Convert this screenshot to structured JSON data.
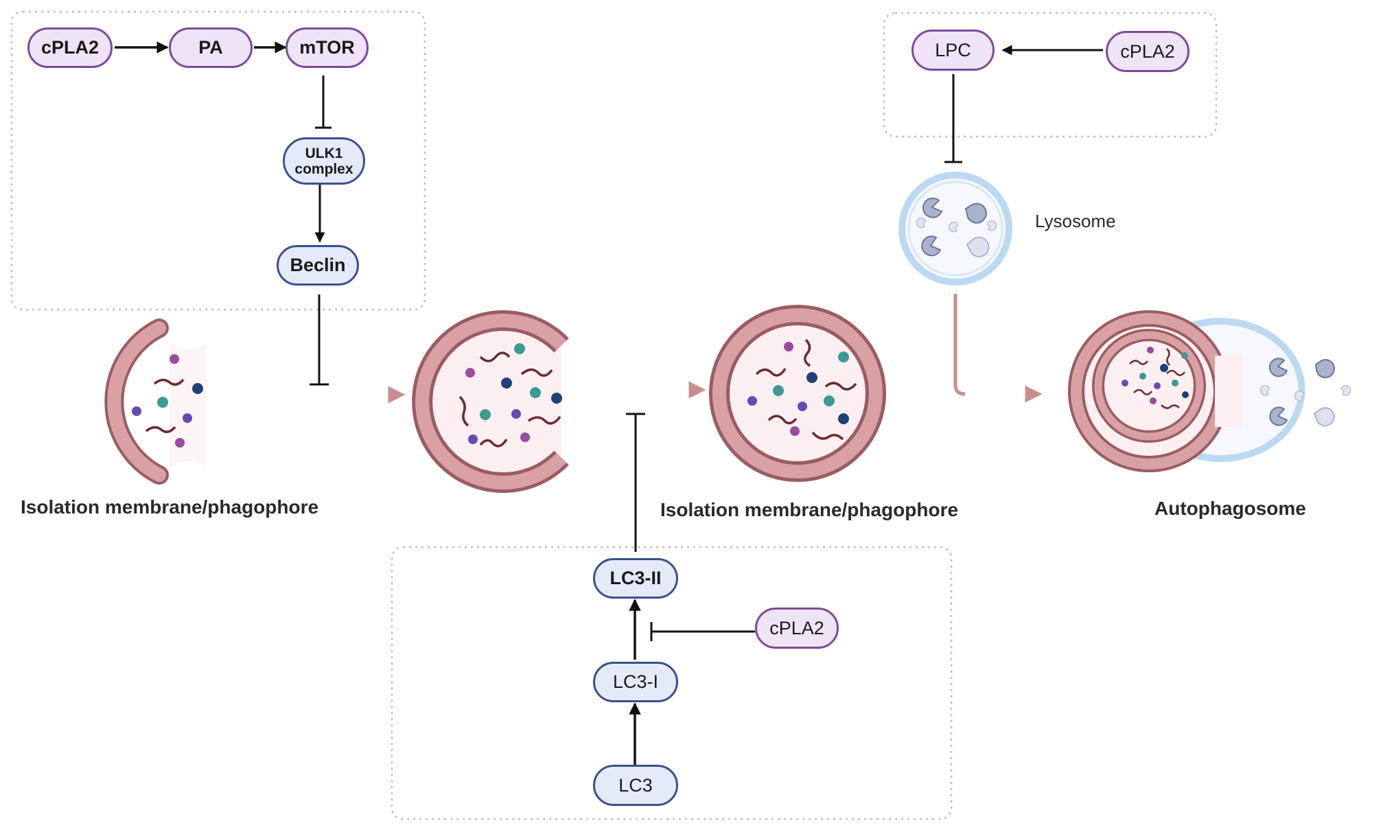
{
  "nodes": {
    "tl_cpla2": "cPLA2",
    "pa": "PA",
    "mtor": "mTOR",
    "ulk1_line1": "ULK1",
    "ulk1_line2": "complex",
    "beclin": "Beclin",
    "lpc": "LPC",
    "tr_cpla2": "cPLA2",
    "lc3_ii": "LC3-II",
    "lc3_i": "LC3-I",
    "lc3": "LC3",
    "bot_cpla2": "cPLA2"
  },
  "labels": {
    "lysosome": "Lysosome",
    "phagophore_1": "Isolation membrane/phagophore",
    "phagophore_2": "Isolation membrane/phagophore",
    "autophagosome": "Autophagosome"
  },
  "colors": {
    "purple_fill": "#efe3f6",
    "purple_border": "#7c4a9a",
    "blue_fill": "#e4eaf8",
    "blue_border": "#3d4f8c",
    "membrane": "#c98d91",
    "lysosome": "#bcd9f2"
  }
}
